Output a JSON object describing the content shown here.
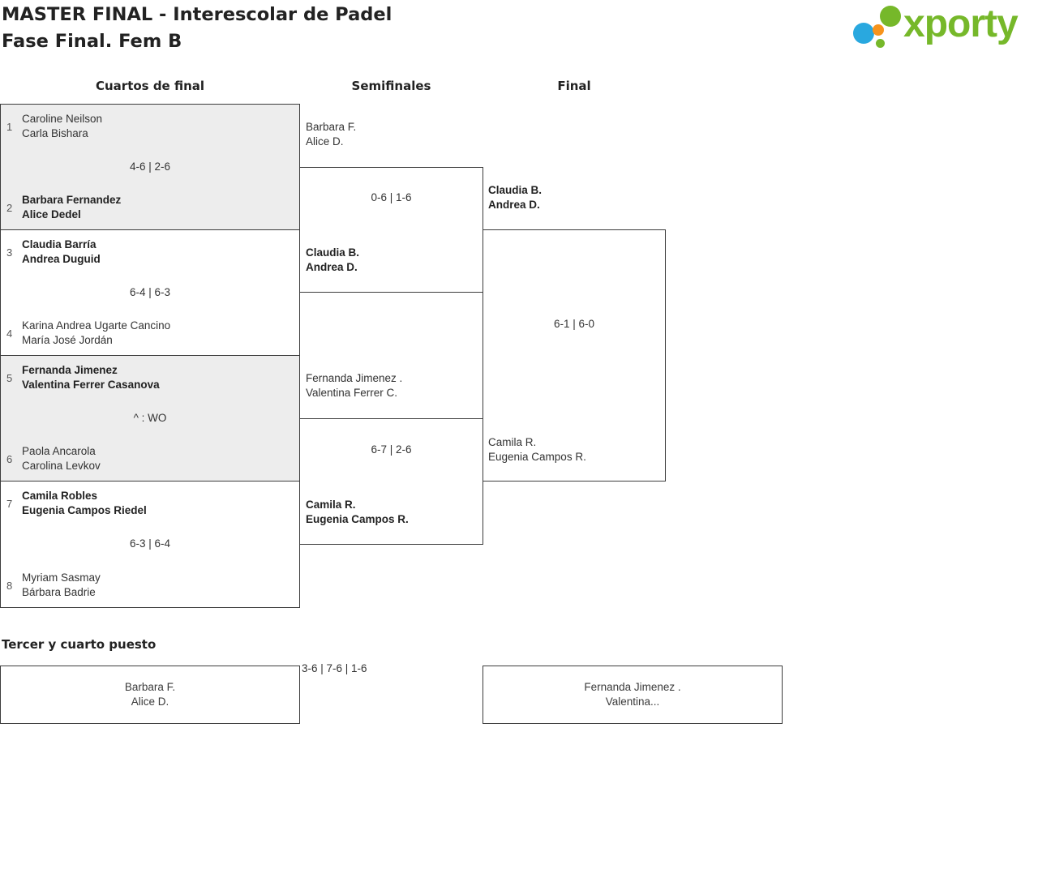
{
  "header": {
    "title_line1": "MASTER FINAL - Interescolar de Padel",
    "title_line2": "Fase Final. Fem B",
    "logo_text": "xporty",
    "logo_colors": {
      "green": "#76b82a",
      "blue": "#29a8df",
      "orange": "#f7941d"
    }
  },
  "columns": {
    "quarters": "Cuartos de final",
    "semis": "Semifinales",
    "final": "Final"
  },
  "quarterfinals": [
    {
      "seed_top": "1",
      "team_top": [
        "Caroline Neilson",
        "Carla Bishara"
      ],
      "score": "4-6 | 2-6",
      "seed_bottom": "2",
      "team_bottom": [
        "Barbara Fernandez",
        "Alice Dedel"
      ],
      "winner": "bottom"
    },
    {
      "seed_top": "3",
      "team_top": [
        "Claudia Barría",
        "Andrea Duguid"
      ],
      "score": "6-4 | 6-3",
      "seed_bottom": "4",
      "team_bottom": [
        "Karina Andrea Ugarte Cancino",
        "María José Jordán"
      ],
      "winner": "top"
    },
    {
      "seed_top": "5",
      "team_top": [
        "Fernanda Jimenez",
        "Valentina Ferrer Casanova"
      ],
      "score": "^ : WO",
      "seed_bottom": "6",
      "team_bottom": [
        "Paola Ancarola",
        "Carolina Levkov"
      ],
      "winner": "top"
    },
    {
      "seed_top": "7",
      "team_top": [
        "Camila Robles",
        "Eugenia Campos Riedel"
      ],
      "score": "6-3 | 6-4",
      "seed_bottom": "8",
      "team_bottom": [
        "Myriam Sasmay",
        "Bárbara Badrie"
      ],
      "winner": "top"
    }
  ],
  "semifinals": [
    {
      "team_top": [
        "Barbara F.",
        "Alice D."
      ],
      "score": "0-6 | 1-6",
      "team_bottom": [
        "Claudia B.",
        "Andrea D."
      ],
      "winner": "bottom"
    },
    {
      "team_top": [
        "Fernanda Jimenez .",
        "Valentina Ferrer C."
      ],
      "score": "6-7 | 2-6",
      "team_bottom": [
        "Camila R.",
        "Eugenia Campos R."
      ],
      "winner": "bottom"
    }
  ],
  "final": {
    "team_top": [
      "Claudia B.",
      "Andrea D."
    ],
    "score": "6-1 | 6-0",
    "team_bottom": [
      "Camila R.",
      "Eugenia Campos R."
    ],
    "winner": "top"
  },
  "third_place": {
    "heading": "Tercer y cuarto puesto",
    "score": "3-6 | 7-6 | 1-6",
    "team_left": [
      "Barbara F.",
      "Alice D."
    ],
    "team_right": [
      "Fernanda Jimenez .",
      "Valentina..."
    ]
  }
}
